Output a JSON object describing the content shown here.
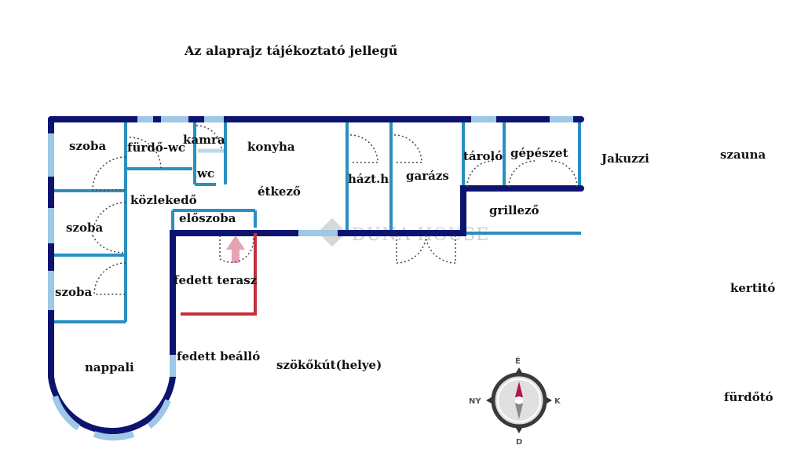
{
  "title": "Az alaprajz tájékoztató jellegű",
  "rooms": {
    "szoba1": "szoba",
    "furdo_wc": "fürdő-wc",
    "kamra": "kamra",
    "wc": "wc",
    "konyha": "konyha",
    "szoba2": "szoba",
    "kozlekedo": "közlekedő",
    "etkezo": "étkező",
    "eloszoba": "előszoba",
    "szoba3": "szoba",
    "fedett_terasz": "fedett terasz",
    "nappali": "nappali",
    "fedett_beallo": "fedett beálló",
    "szokokut": "szökőkút(helye)",
    "hazt_h": "házt.h",
    "garazs": "garázs",
    "tarolo": "tároló",
    "gepeszet": "gépészet",
    "grillezo": "grillező"
  },
  "outside": {
    "jakuzzi": "Jakuzzi",
    "szauna": "szauna",
    "kertito": "kertitó",
    "furdoto": "fürdőtó"
  },
  "compass": {
    "north": "É",
    "east": "K",
    "south": "D",
    "west": "NY"
  },
  "watermark": "DUNA HOUSE",
  "colors": {
    "outer_wall": "#0d1470",
    "inner_wall": "#2a8fc0",
    "window": "#9ec8e6",
    "terrace": "#c0323c"
  }
}
